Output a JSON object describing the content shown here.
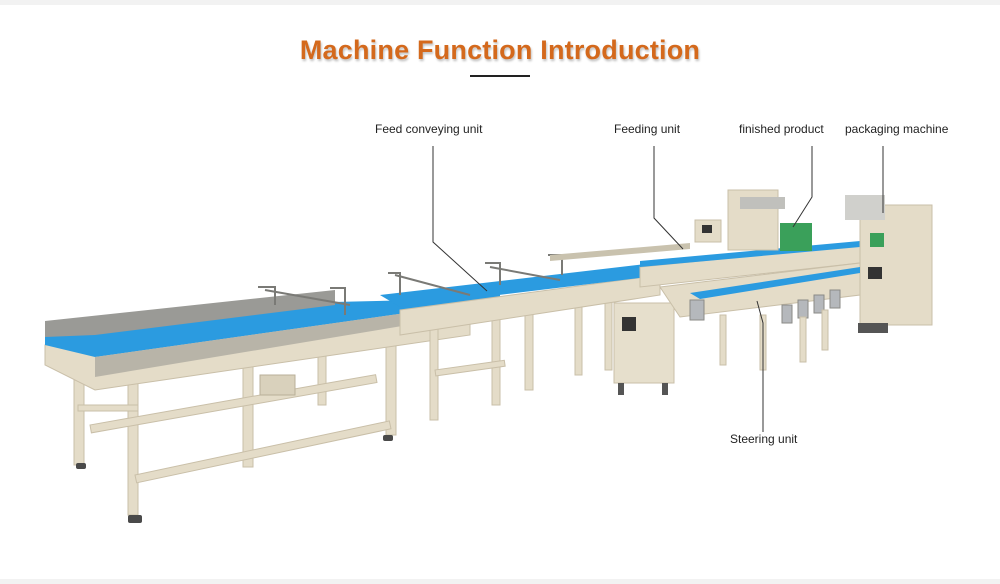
{
  "title": "Machine Function Introduction",
  "title_color": "#d4691c",
  "labels": {
    "feed_conveying_unit": "Feed conveying unit",
    "feeding_unit": "Feeding unit",
    "finished_product": "finished product",
    "packaging_machine": "packaging machine",
    "steering_unit": "Steering unit"
  },
  "colors": {
    "belt": "#2b9be0",
    "frame": "#e4dcc8",
    "frame_shadow": "#c9bfa8",
    "steel": "#8a8a86",
    "leader_line": "#333333"
  }
}
